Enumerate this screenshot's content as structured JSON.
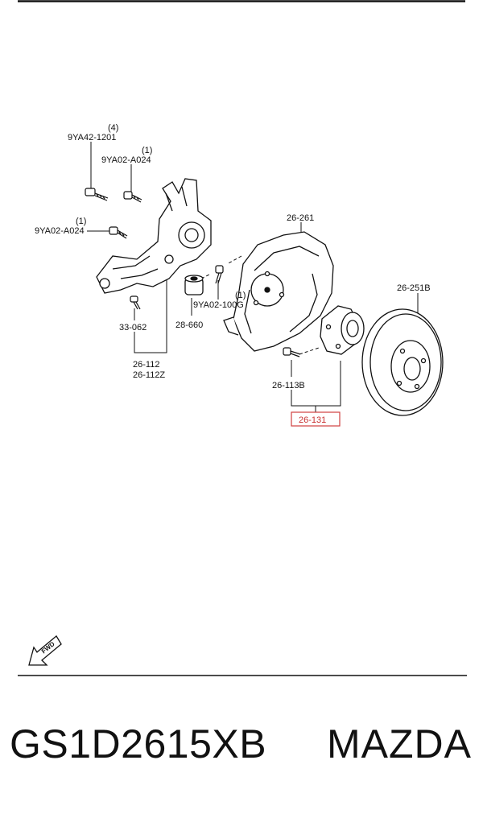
{
  "callouts": {
    "bolt_top_qty": "(4)",
    "bolt_top": "9YA42-1201",
    "bolt_a_qty": "(1)",
    "bolt_a": "9YA02-A024",
    "bolt_b_qty": "(1)",
    "bolt_b": "9YA02-A024",
    "shield": "26-261",
    "rotor": "26-251B",
    "bolt_c_qty": "(1)",
    "bolt_c": "9YA02-100G",
    "link_bolt": "33-062",
    "bushing": "28-660",
    "knuckle_1": "26-112",
    "knuckle_2": "26-112Z",
    "hub_bolt": "26-113B",
    "hub_assembly": "26-131"
  },
  "highlight_color": "#d04040",
  "fwd_label": "FWD",
  "part_number": "GS1D2615XB",
  "brand": "MAZDA"
}
